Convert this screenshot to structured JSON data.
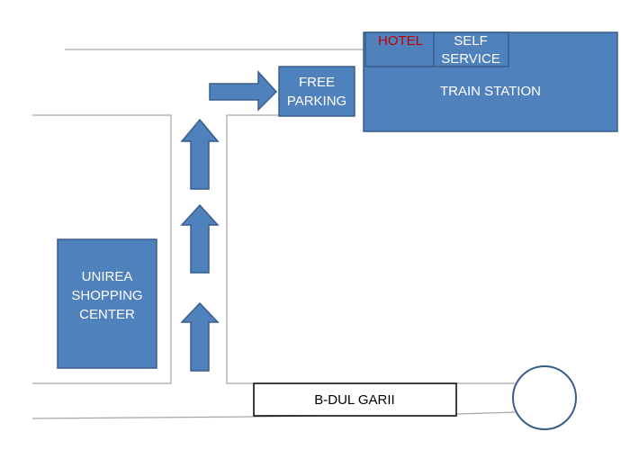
{
  "colors": {
    "building_fill": "#4f81bd",
    "building_stroke": "#385d8a",
    "road_line": "#a6a6a6",
    "hotel_text": "#c00000",
    "street_text": "#000000"
  },
  "buildings": {
    "train_station": {
      "label": "TRAIN STATION"
    },
    "hotel": {
      "label": "HOTEL"
    },
    "self_service": {
      "line1": "SELF",
      "line2": "SERVICE"
    },
    "free_parking": {
      "line1": "FREE",
      "line2": "PARKING"
    },
    "shopping_center": {
      "line1": "UNIREA",
      "line2": "SHOPPING",
      "line3": "CENTER"
    }
  },
  "street": {
    "label": "B-DUL GARII"
  },
  "icons": {
    "arrows": [
      "arrow-up-icon",
      "arrow-up-icon",
      "arrow-up-icon",
      "arrow-right-icon"
    ],
    "roundabout": "roundabout-icon"
  }
}
